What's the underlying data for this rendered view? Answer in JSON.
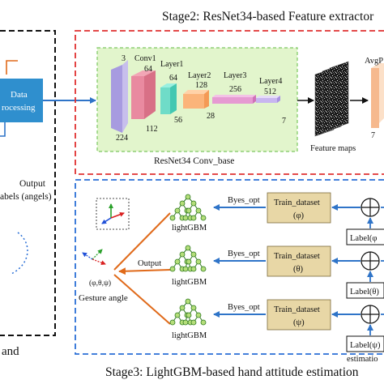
{
  "stage2": {
    "title": "Stage2: ResNet34-based Feature extractor",
    "conv_base_label": "ResNet34 Conv_base",
    "feature_maps_label": "Feature maps",
    "avg_label": "AvgP",
    "avg_dim": "7"
  },
  "left_panel": {
    "data_line1": "Data",
    "data_line2": "rocessing",
    "output_line1": "Output",
    "output_line2": "abels (angels)",
    "bottom_text": "and"
  },
  "network": {
    "input": {
      "top": "3",
      "bottom": "224"
    },
    "conv1": {
      "name": "Conv1",
      "top": "64",
      "bottom": "112"
    },
    "layer1": {
      "name": "Layer1",
      "top": "64",
      "bottom": "56"
    },
    "layer2": {
      "name": "Layer2",
      "top": "128",
      "bottom": "28"
    },
    "layer3": {
      "name": "Layer3",
      "top": "256"
    },
    "layer4": {
      "name": "Layer4",
      "top": "512",
      "bottom": "7"
    }
  },
  "stage3": {
    "title": "Stage3: LightGBM-based hand attitude estimation",
    "gesture_label": "Gesture angle",
    "angles_label": "(φ,θ,ψ)",
    "output_label": "Output",
    "rows": [
      {
        "model": "lightGBM",
        "opt": "Byes_opt",
        "train_line1": "Train_dataset",
        "train_line2": "(φ)",
        "label": "Label(φ"
      },
      {
        "model": "lightGBM",
        "opt": "Byes_opt",
        "train_line1": "Train_dataset",
        "train_line2": "(θ)",
        "label": "Label(θ)"
      },
      {
        "model": "lightGBM",
        "opt": "Byes_opt",
        "train_line1": "Train_dataset",
        "train_line2": "(ψ)",
        "label": "Label(ψ)"
      }
    ],
    "estimation_label": "estimatio"
  },
  "colors": {
    "red_dash": "#e03030",
    "blue_dash": "#2a6fd6",
    "arrow_blue": "#2f74c8",
    "arrow_orange": "#e06a1a",
    "tree_green": "#2f7a1f",
    "conv_bg": "#e2f5cc",
    "train_fill": "#e8d7a6",
    "data_box": "#2f8fce"
  }
}
